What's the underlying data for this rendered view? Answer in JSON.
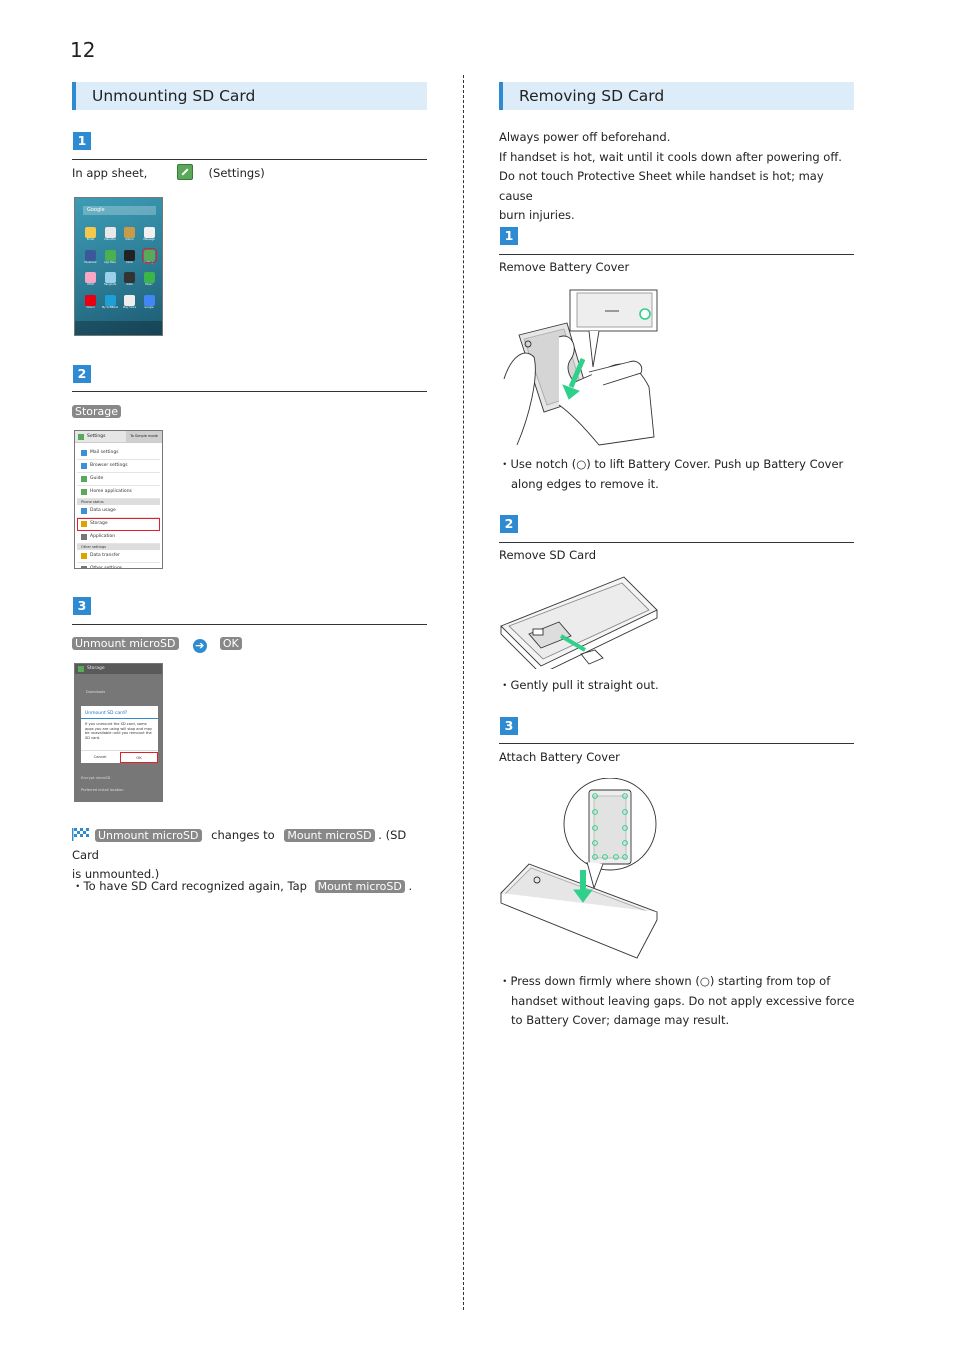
{
  "page_number": "12",
  "left": {
    "title": "Unmounting SD Card",
    "steps": [
      {
        "num": "1",
        "text_before": "In app sheet,",
        "text_after": "(Settings)"
      },
      {
        "num": "2",
        "button": "Storage"
      },
      {
        "num": "3",
        "button1": "Unmount microSD",
        "button2": "OK"
      }
    ],
    "result": {
      "button_from": "Unmount microSD",
      "changes_to": "changes to",
      "button_to": "Mount microSD",
      "text_after": ". (SD Card",
      "text_line2": "is unmounted.)"
    },
    "note": {
      "prefix": "・To have SD Card recognized again, Tap",
      "button": "Mount microSD",
      "suffix": "."
    },
    "screenshot1": {
      "search_label": "Google",
      "apps": [
        "Email",
        "Calendar",
        "Album",
        "Message",
        "Facebook",
        "App Pass",
        "Clock",
        "Settings",
        "ATOK",
        "Hangouts",
        "Slide",
        "Music",
        "Yahoo!",
        "My SoftBank",
        "Play Store",
        "Google"
      ]
    },
    "screenshot2": {
      "header": "Settings",
      "header_right": "To Simple mode",
      "rows": [
        {
          "type": "row",
          "label": "Mail settings"
        },
        {
          "type": "row",
          "label": "Browser settings"
        },
        {
          "type": "row",
          "label": "Guide"
        },
        {
          "type": "row",
          "label": "Home applications"
        },
        {
          "type": "sub",
          "label": "Phone status"
        },
        {
          "type": "row",
          "label": "Data usage"
        },
        {
          "type": "row",
          "label": "Storage",
          "highlight": true
        },
        {
          "type": "row",
          "label": "Application"
        },
        {
          "type": "sub",
          "label": "Other settings"
        },
        {
          "type": "row",
          "label": "Data transfer"
        },
        {
          "type": "row",
          "label": "Other settings"
        }
      ]
    },
    "screenshot3": {
      "header": "Storage",
      "dialog_title": "Unmount SD card?",
      "dialog_body": "If you unmount the SD card, some apps you are using will stop and may be unavailable until you remount the SD card.",
      "cancel": "Cancel",
      "ok": "OK",
      "bg_item1": "Downloads",
      "bg_item2": "Encrypt microSD",
      "bg_item3": "Preferred install location"
    }
  },
  "right": {
    "title": "Removing SD Card",
    "intro": [
      "Always power off beforehand.",
      "If handset is hot, wait until it cools down after powering off.",
      "Do not touch Protective Sheet while handset is hot; may cause",
      "burn injuries."
    ],
    "steps": [
      {
        "num": "1",
        "label": "Remove Battery Cover",
        "note_lines": [
          "・Use notch (○) to lift Battery Cover. Push up Battery Cover",
          "along edges to remove it."
        ]
      },
      {
        "num": "2",
        "label": "Remove SD Card",
        "note_lines": [
          "・Gently pull it straight out."
        ]
      },
      {
        "num": "3",
        "label": "Attach Battery Cover",
        "note_lines": [
          "・Press down firmly where shown (○) starting from top of",
          "handset without leaving gaps. Do not apply excessive force",
          "to Battery Cover; damage may result."
        ]
      }
    ]
  },
  "colors": {
    "accent": "#2e8bd1",
    "heading_bg": "#dcedf9",
    "highlight": "#e0202a",
    "arrow_green": "#2fd18a"
  }
}
